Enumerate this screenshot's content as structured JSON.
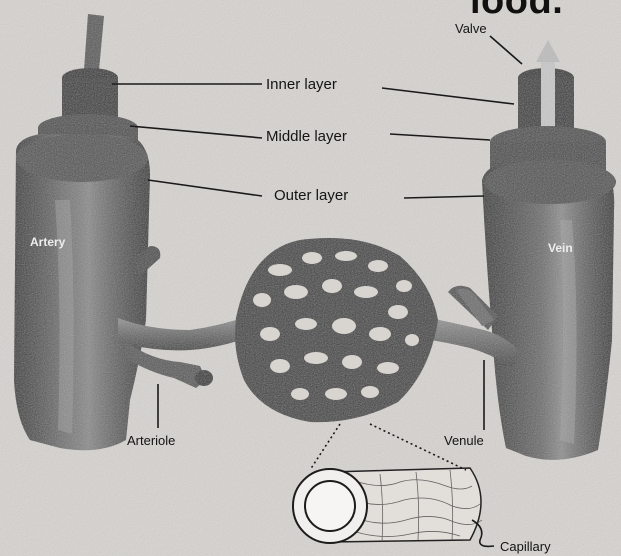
{
  "header": {
    "title_fragment": "lood."
  },
  "labels": {
    "valve": "Valve",
    "inner_layer": "Inner layer",
    "middle_layer": "Middle layer",
    "outer_layer": "Outer layer",
    "arteriole": "Arteriole",
    "venule": "Venule",
    "capillary": "Capillary",
    "artery_body": "Artery",
    "vein_body": "Vein"
  }
}
